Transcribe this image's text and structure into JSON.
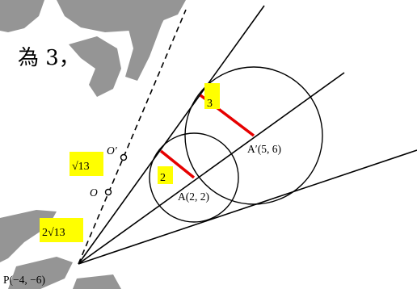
{
  "header_text": "為 3，",
  "points": {
    "P": "P(−4, −6)",
    "A": "A(2, 2)",
    "A_prime": "A′(5, 6)",
    "O": "O",
    "O_prime": "O′"
  },
  "labels": {
    "radius_small": "2",
    "radius_large": "3",
    "dist_PO": "√13",
    "dist_PO_prime": "2√13"
  },
  "colors": {
    "highlight": "#ffff00",
    "radius_line": "#e60000",
    "watermark": "#8a8a8a",
    "ink": "#000000"
  }
}
